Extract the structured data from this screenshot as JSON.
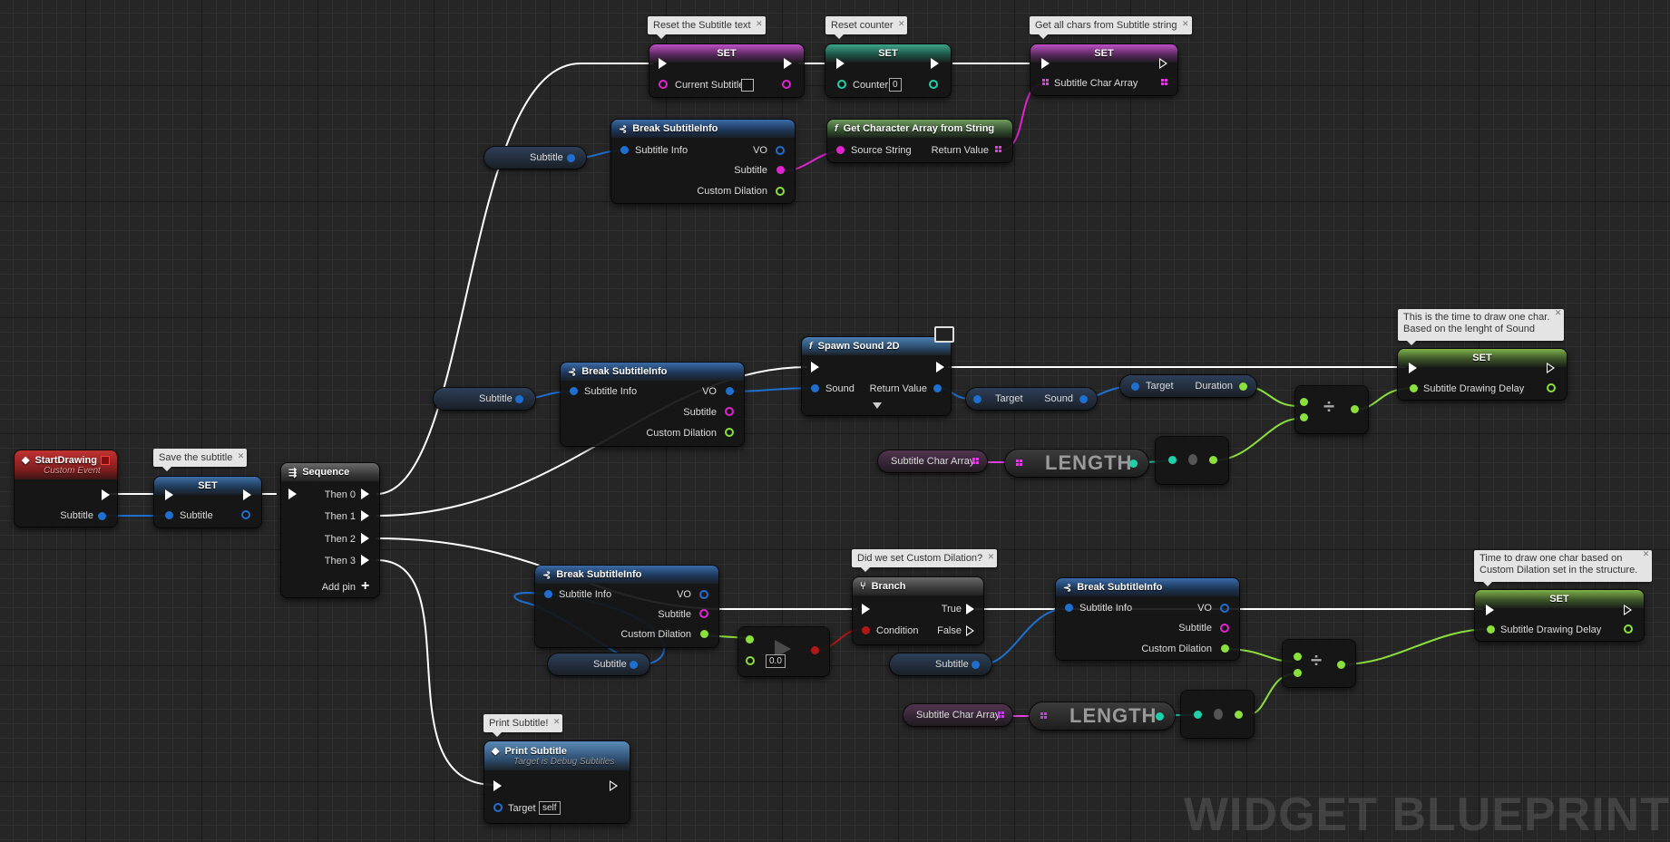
{
  "colors": {
    "exec": "#ffffff",
    "struct": "#1e6fd0",
    "string": "#e024d0",
    "int": "#1fd0a8",
    "float": "#8ce03c",
    "bool": "#b01818",
    "array": "#e040e0",
    "sound": "#1e6fd0"
  },
  "comments": {
    "reset_subtitle": "Reset the Subtitle text",
    "reset_counter": "Reset counter",
    "get_chars": "Get all chars from Subtitle string",
    "save_subtitle": "Save the subtitle",
    "time_per_char": "This is the time to draw one char.\nBased on the lenght of Sound",
    "custom_dilation_q": "Did we set Custom Dilation?",
    "time_dilation": "Time to draw one char based on\nCustom Dilation set in the structure.",
    "print": "Print Subtitle!"
  },
  "event": {
    "title": "StartDrawing",
    "subtitle": "Custom Event",
    "pin_subtitle": "Subtitle"
  },
  "set_save": {
    "title": "SET",
    "pin": "Subtitle"
  },
  "sequence": {
    "title": "Sequence",
    "pins": [
      "Then 0",
      "Then 1",
      "Then 2",
      "Then 3"
    ],
    "add_pin": "Add pin"
  },
  "set_current_subtitle": {
    "title": "SET",
    "pin": "Current Subtitle"
  },
  "set_counter": {
    "title": "SET",
    "pin": "Counter",
    "value": "0"
  },
  "set_char_array": {
    "title": "SET",
    "pin": "Subtitle Char Array"
  },
  "break1": {
    "title": "Break SubtitleInfo",
    "in": "Subtitle Info",
    "out": [
      "VO",
      "Subtitle",
      "Custom Dilation"
    ]
  },
  "get_subtitle_1": "Subtitle",
  "get_char_fn": {
    "title": "Get Character Array from String",
    "in": "Source String",
    "out": "Return Value"
  },
  "break2": {
    "title": "Break SubtitleInfo",
    "in": "Subtitle Info",
    "out": [
      "VO",
      "Subtitle",
      "Custom Dilation"
    ]
  },
  "get_subtitle_2": "Subtitle",
  "spawn_sound": {
    "title": "Spawn Sound 2D",
    "in": "Sound",
    "out": "Return Value"
  },
  "target_sound": {
    "target": "Target",
    "sound": "Sound"
  },
  "target_duration": {
    "target": "Target",
    "duration": "Duration"
  },
  "set_delay_1": {
    "title": "SET",
    "pin": "Subtitle Drawing Delay"
  },
  "get_char_array_1": "Subtitle Char Array",
  "length_1": "LENGTH",
  "break3": {
    "title": "Break SubtitleInfo",
    "in": "Subtitle Info",
    "out": [
      "VO",
      "Subtitle",
      "Custom Dilation"
    ]
  },
  "get_subtitle_3": "Subtitle",
  "compare_value": "0.0",
  "branch": {
    "title": "Branch",
    "in": "Condition",
    "out": [
      "True",
      "False"
    ]
  },
  "break4": {
    "title": "Break SubtitleInfo",
    "in": "Subtitle Info",
    "out": [
      "VO",
      "Subtitle",
      "Custom Dilation"
    ]
  },
  "get_subtitle_4": "Subtitle",
  "set_delay_2": {
    "title": "SET",
    "pin": "Subtitle Drawing Delay"
  },
  "get_char_array_2": "Subtitle Char Array",
  "length_2": "LENGTH",
  "print_subtitle": {
    "title": "Print Subtitle",
    "subtitle": "Target is Debug Subtitles",
    "pin": "Target",
    "value": "self"
  },
  "watermark": "WIDGET BLUEPRINT"
}
